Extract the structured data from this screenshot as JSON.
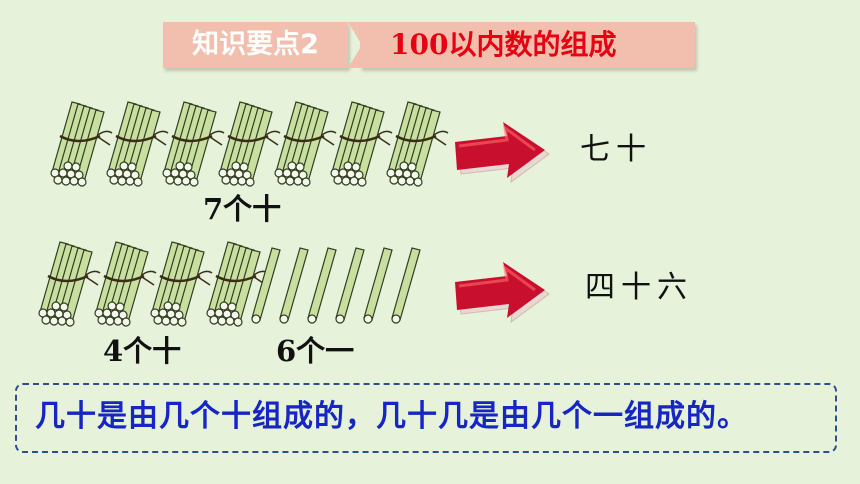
{
  "header": {
    "tag_label": "知识要点2",
    "title": "100以内数的组成"
  },
  "row1": {
    "bundles": 7,
    "singles": 0,
    "bundle_label": "7个十",
    "result": "七十"
  },
  "row2": {
    "bundles": 4,
    "singles": 6,
    "bundle_label": "4个十",
    "single_label": "6个一",
    "result": "四十六"
  },
  "summary": "几十是由几个十组成的，几十几是由几个一组成的。",
  "colors": {
    "background": "#e6f2d9",
    "header_fill": "#f2bfae",
    "title_text": "#e60012",
    "summary_text": "#1526c4",
    "stick_fill": "#c9dfa0",
    "stick_outline": "#2f3d20",
    "arrow_red": "#c8102e"
  }
}
